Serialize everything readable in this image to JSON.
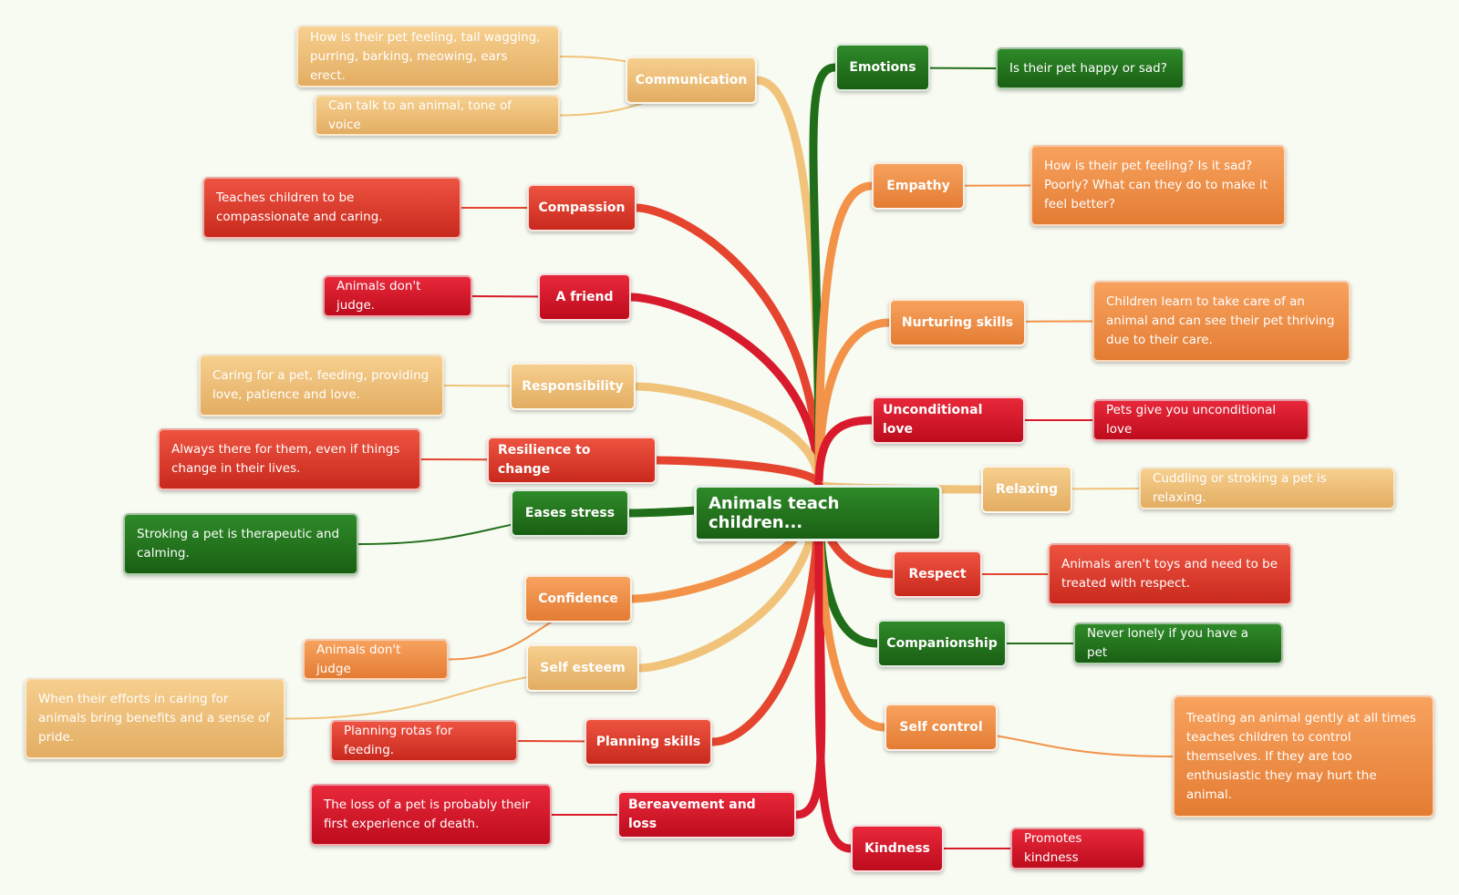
{
  "center": "Animals teach children...",
  "colors": {
    "green": "#206e1a",
    "orange": "#f39249",
    "red": "#e5442f",
    "crimson": "#d81a2c",
    "tan": "#f1c27a"
  },
  "branches": [
    {
      "key": "communication",
      "label": "Communication",
      "color": "tan",
      "leaves": [
        "How is their pet feeling, tail wagging, purring, barking, meowing, ears erect.",
        "Can talk to an animal, tone of voice"
      ]
    },
    {
      "key": "compassion",
      "label": "Compassion",
      "color": "red",
      "leaves": [
        "Teaches children to be compassionate and caring."
      ]
    },
    {
      "key": "a-friend",
      "label": "A friend",
      "color": "crimson",
      "leaves": [
        "Animals don't judge."
      ]
    },
    {
      "key": "responsibility",
      "label": "Responsibility",
      "color": "tan",
      "leaves": [
        "Caring for a pet, feeding, providing love, patience and love."
      ]
    },
    {
      "key": "resilience",
      "label": "Resilience to change",
      "color": "red",
      "leaves": [
        "Always there for them, even if things change in their lives."
      ]
    },
    {
      "key": "eases-stress",
      "label": "Eases stress",
      "color": "green",
      "leaves": [
        "Stroking a pet is therapeutic and calming."
      ]
    },
    {
      "key": "confidence",
      "label": "Confidence",
      "color": "orange",
      "leaves": [
        "Animals don't judge"
      ]
    },
    {
      "key": "self-esteem",
      "label": "Self esteem",
      "color": "tan",
      "leaves": [
        "When their efforts in caring for animals bring benefits and a sense of pride."
      ]
    },
    {
      "key": "planning-skills",
      "label": "Planning skills",
      "color": "red",
      "leaves": [
        "Planning rotas for feeding."
      ]
    },
    {
      "key": "bereavement",
      "label": "Bereavement and loss",
      "color": "crimson",
      "leaves": [
        "The loss of a pet is probably their first experience of death."
      ]
    },
    {
      "key": "emotions",
      "label": "Emotions",
      "color": "green",
      "leaves": [
        "Is their pet happy or sad?"
      ]
    },
    {
      "key": "empathy",
      "label": "Empathy",
      "color": "orange",
      "leaves": [
        "How is their pet feeling? Is it sad? Poorly? What can they do to make it feel better?"
      ]
    },
    {
      "key": "nurturing",
      "label": "Nurturing skills",
      "color": "orange",
      "leaves": [
        "Children learn to take care of an animal and can see their pet thriving due to their care."
      ]
    },
    {
      "key": "unconditional-love",
      "label": "Unconditional love",
      "color": "crimson",
      "leaves": [
        "Pets give you unconditional love"
      ]
    },
    {
      "key": "relaxing",
      "label": "Relaxing",
      "color": "tan",
      "leaves": [
        "Cuddling or stroking a pet is relaxing."
      ]
    },
    {
      "key": "respect",
      "label": "Respect",
      "color": "red",
      "leaves": [
        "Animals aren't toys and need to be treated with respect."
      ]
    },
    {
      "key": "companionship",
      "label": "Companionship",
      "color": "green",
      "leaves": [
        "Never lonely if you have a pet"
      ]
    },
    {
      "key": "self-control",
      "label": "Self control",
      "color": "orange",
      "leaves": [
        "Treating an animal gently at all times teaches children to control themselves. If they are too enthusiastic they may hurt the animal."
      ]
    },
    {
      "key": "kindness",
      "label": "Kindness",
      "color": "crimson",
      "leaves": [
        "Promotes kindness"
      ]
    }
  ]
}
